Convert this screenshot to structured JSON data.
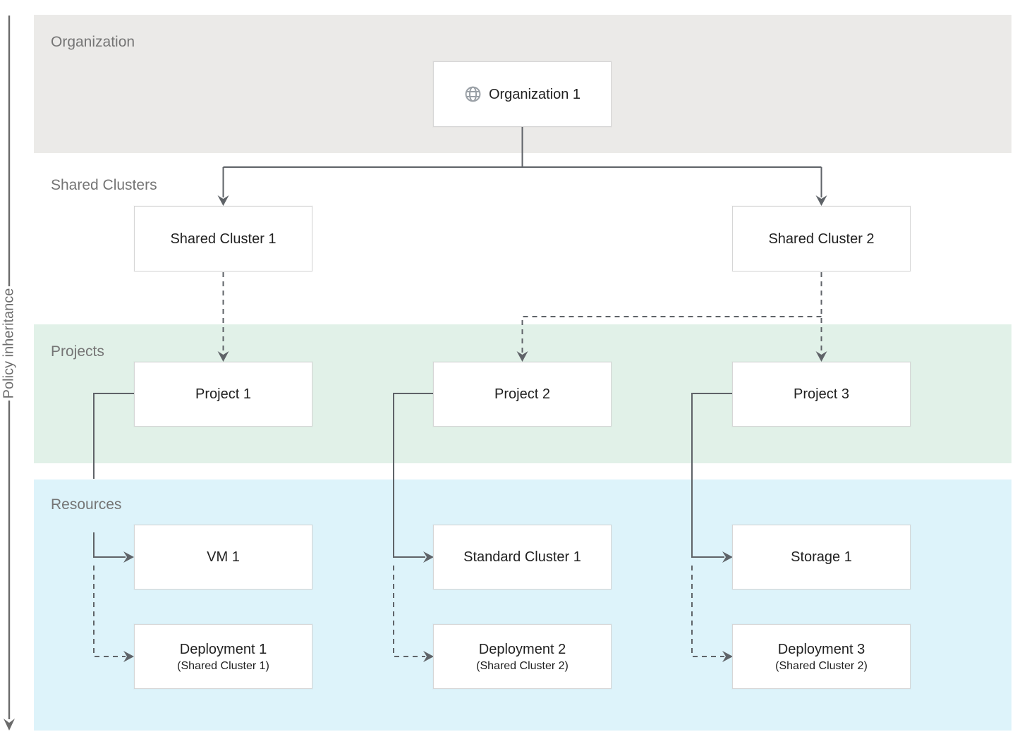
{
  "diagram": {
    "policy_axis": {
      "label": "Policy inheritance"
    },
    "bands": {
      "organization": {
        "label": "Organization"
      },
      "shared_clusters": {
        "label": "Shared Clusters"
      },
      "projects": {
        "label": "Projects"
      },
      "resources": {
        "label": "Resources"
      }
    },
    "nodes": {
      "organization_1": {
        "label": "Organization 1",
        "icon": "globe-icon"
      },
      "shared_cluster_1": {
        "label": "Shared Cluster 1"
      },
      "shared_cluster_2": {
        "label": "Shared Cluster 2"
      },
      "project_1": {
        "label": "Project 1"
      },
      "project_2": {
        "label": "Project 2"
      },
      "project_3": {
        "label": "Project 3"
      },
      "vm_1": {
        "label": "VM 1"
      },
      "standard_cluster_1": {
        "label": "Standard Cluster 1"
      },
      "storage_1": {
        "label": "Storage 1"
      },
      "deployment_1": {
        "label": "Deployment 1",
        "sublabel": "(Shared Cluster 1)"
      },
      "deployment_2": {
        "label": "Deployment 2",
        "sublabel": "(Shared Cluster 2)"
      },
      "deployment_3": {
        "label": "Deployment 3",
        "sublabel": "(Shared Cluster 2)"
      }
    },
    "edges": [
      {
        "from": "Organization 1",
        "to": "Shared Cluster 1",
        "style": "solid"
      },
      {
        "from": "Organization 1",
        "to": "Shared Cluster 2",
        "style": "solid"
      },
      {
        "from": "Shared Cluster 1",
        "to": "Project 1",
        "style": "dashed"
      },
      {
        "from": "Shared Cluster 2",
        "to": "Project 2",
        "style": "dashed"
      },
      {
        "from": "Shared Cluster 2",
        "to": "Project 3",
        "style": "dashed"
      },
      {
        "from": "Project 1",
        "to": "VM 1",
        "style": "solid"
      },
      {
        "from": "Project 1",
        "to": "Deployment 1",
        "style": "dashed"
      },
      {
        "from": "Project 2",
        "to": "Standard Cluster 1",
        "style": "solid"
      },
      {
        "from": "Project 2",
        "to": "Deployment 2",
        "style": "dashed"
      },
      {
        "from": "Project 3",
        "to": "Storage 1",
        "style": "solid"
      },
      {
        "from": "Project 3",
        "to": "Deployment 3",
        "style": "dashed"
      }
    ],
    "colors": {
      "band_organization": "#ebeae8",
      "band_projects": "#e1f1e8",
      "band_resources": "#ddf3fa",
      "node_border": "#d6d6d6",
      "node_background": "#ffffff",
      "node_text": "#212121",
      "band_label_text": "#757575",
      "connector": "#5f6368",
      "globe_icon": "#9aa0a6"
    }
  }
}
